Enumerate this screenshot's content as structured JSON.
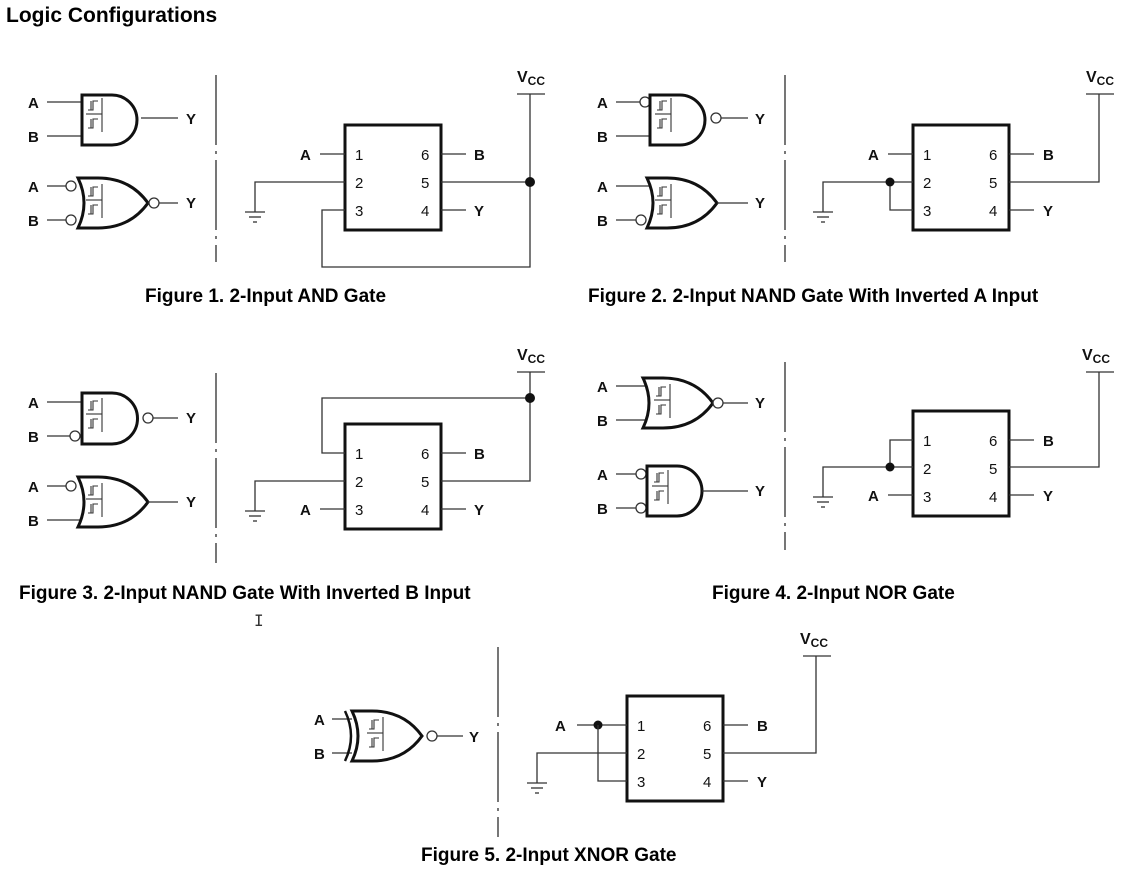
{
  "page": {
    "title": "Logic Configurations"
  },
  "labels": {
    "A": "A",
    "B": "B",
    "Y": "Y",
    "vcc_main": "V",
    "vcc_sub": "CC",
    "pins": [
      "1",
      "2",
      "3",
      "4",
      "5",
      "6"
    ]
  },
  "figures": [
    {
      "caption": "Figure 1. 2-Input AND Gate",
      "gates": [
        "AND (A, B) → Y",
        "NOR with inverted A, B → Y"
      ],
      "chip": {
        "pin1": "A",
        "pin2": "GND",
        "pin3": "VCC",
        "pin4": "Y",
        "pin5": "VCC",
        "pin6": "B"
      }
    },
    {
      "caption": "Figure 2. 2-Input NAND Gate With Inverted A Input",
      "gates": [
        "NAND with inverted A → Y",
        "OR with inverted B → Y"
      ],
      "chip": {
        "pin1": "A",
        "pin2": "GND",
        "pin3": "GND",
        "pin4": "Y",
        "pin5": "VCC",
        "pin6": "B"
      }
    },
    {
      "caption": "Figure 3. 2-Input NAND Gate With Inverted B Input",
      "gates": [
        "NAND with inverted B → Y",
        "OR with inverted A → Y"
      ],
      "chip": {
        "pin1": "VCC",
        "pin2": "GND",
        "pin3": "A",
        "pin4": "Y",
        "pin5": "VCC",
        "pin6": "B"
      }
    },
    {
      "caption": "Figure 4. 2-Input NOR Gate",
      "gates": [
        "NOR (A, B) → Y",
        "AND with inverted A, B → Y"
      ],
      "chip": {
        "pin1": "GND",
        "pin2": "GND",
        "pin3": "A",
        "pin4": "Y",
        "pin5": "VCC",
        "pin6": "B"
      }
    },
    {
      "caption": "Figure 5. 2-Input XNOR Gate",
      "gates": [
        "XNOR (A, B) → Y"
      ],
      "chip": {
        "pin1": "A",
        "pin2": "GND",
        "pin3": "A",
        "pin4": "Y",
        "pin5": "VCC",
        "pin6": "B"
      }
    }
  ]
}
